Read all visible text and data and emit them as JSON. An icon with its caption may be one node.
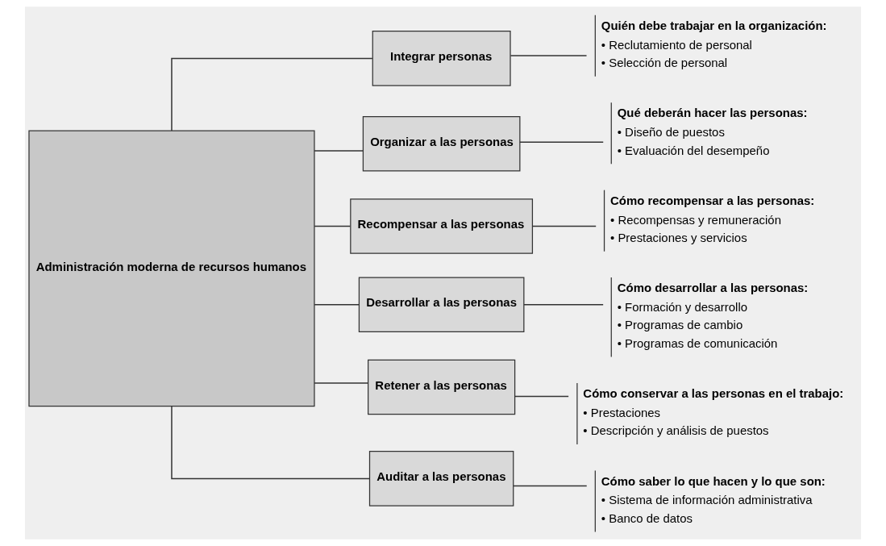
{
  "diagram": {
    "nodes": [
      {
        "text": [
          "Administración moderna de recursos humanos"
        ]
      },
      {
        "text": [
          "Integrar personas"
        ]
      },
      {
        "text": [
          "Organizar a las personas"
        ]
      },
      {
        "text": [
          "Recompensar a las personas"
        ]
      },
      {
        "text": [
          "Desarrollar a las personas"
        ]
      },
      {
        "text": [
          "Retener a las personas"
        ]
      },
      {
        "text": [
          "Auditar a las personas"
        ]
      },
      {
        "text": [
          "Quién debe trabajar en la organización:",
          "• Reclutamiento de personal",
          "• Selección de personal"
        ]
      },
      {
        "text": [
          "Qué deberán hacer las personas:",
          "• Diseño de puestos",
          "• Evaluación del desempeño"
        ]
      },
      {
        "text": [
          "Cómo recompensar a las personas:",
          "• Recompensas y remuneración",
          "• Prestaciones y servicios"
        ]
      },
      {
        "text": [
          "Cómo desarrollar a las personas:",
          "• Formación y desarrollo",
          "• Programas de cambio",
          "• Programas de comunicación"
        ]
      },
      {
        "text": [
          "Cómo conservar a las personas en el trabajo:",
          "• Prestaciones",
          "• Descripción y análisis de puestos"
        ]
      },
      {
        "text": [
          "Cómo saber lo que hacen y lo que son:",
          "• Sistema de información administrativa",
          "• Banco de datos"
        ]
      }
    ],
    "edges": [
      {
        "from": 0,
        "to": 1,
        "arrow": "none"
      },
      {
        "from": 0,
        "to": 2,
        "arrow": "none"
      },
      {
        "from": 0,
        "to": 3,
        "arrow": "none"
      },
      {
        "from": 0,
        "to": 4,
        "arrow": "none"
      },
      {
        "from": 0,
        "to": 5,
        "arrow": "none"
      },
      {
        "from": 0,
        "to": 6,
        "arrow": "none"
      },
      {
        "from": 1,
        "to": 7,
        "arrow": "none"
      },
      {
        "from": 2,
        "to": 8,
        "arrow": "none"
      },
      {
        "from": 3,
        "to": 9,
        "arrow": "none"
      },
      {
        "from": 4,
        "to": 10,
        "arrow": "none"
      },
      {
        "from": 5,
        "to": 11,
        "arrow": "none"
      },
      {
        "from": 6,
        "to": 12,
        "arrow": "none"
      }
    ]
  }
}
